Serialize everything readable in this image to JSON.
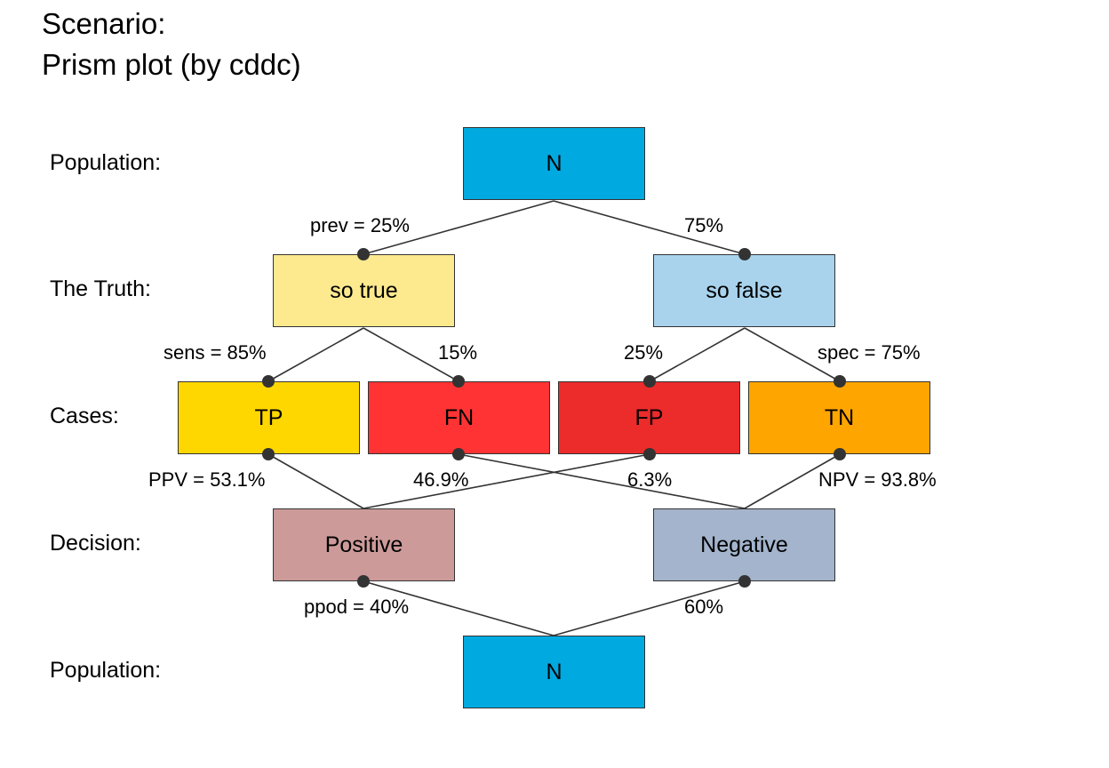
{
  "title_line1": "Scenario:",
  "title_line2": "Prism plot (by cddc)",
  "row_labels": {
    "population_top": "Population:",
    "truth": "The Truth:",
    "cases": "Cases:",
    "decision": "Decision:",
    "population_bottom": "Population:"
  },
  "nodes": {
    "n_top": {
      "label": "N",
      "color": "#00A9E0"
    },
    "so_true": {
      "label": "so true",
      "color": "#FDE98E"
    },
    "so_false": {
      "label": "so false",
      "color": "#A9D3ED"
    },
    "tp": {
      "label": "TP",
      "color": "#FFD700"
    },
    "fn": {
      "label": "FN",
      "color": "#FF3333"
    },
    "fp": {
      "label": "FP",
      "color": "#EC2B2B"
    },
    "tn": {
      "label": "TN",
      "color": "#FFA500"
    },
    "positive": {
      "label": "Positive",
      "color": "#CD9A9A"
    },
    "negative": {
      "label": "Negative",
      "color": "#A3B4CC"
    },
    "n_bottom": {
      "label": "N",
      "color": "#00A9E0"
    }
  },
  "probabilities": {
    "prev": "prev = 25%",
    "prev_complement": "75%",
    "sens": "sens = 85%",
    "fn_rate": "15%",
    "fp_rate": "25%",
    "spec": "spec = 75%",
    "ppv": "PPV = 53.1%",
    "fn_share": "46.9%",
    "fp_share": "6.3%",
    "npv": "NPV = 93.8%",
    "ppod": "ppod = 40%",
    "ppod_complement": "60%"
  }
}
